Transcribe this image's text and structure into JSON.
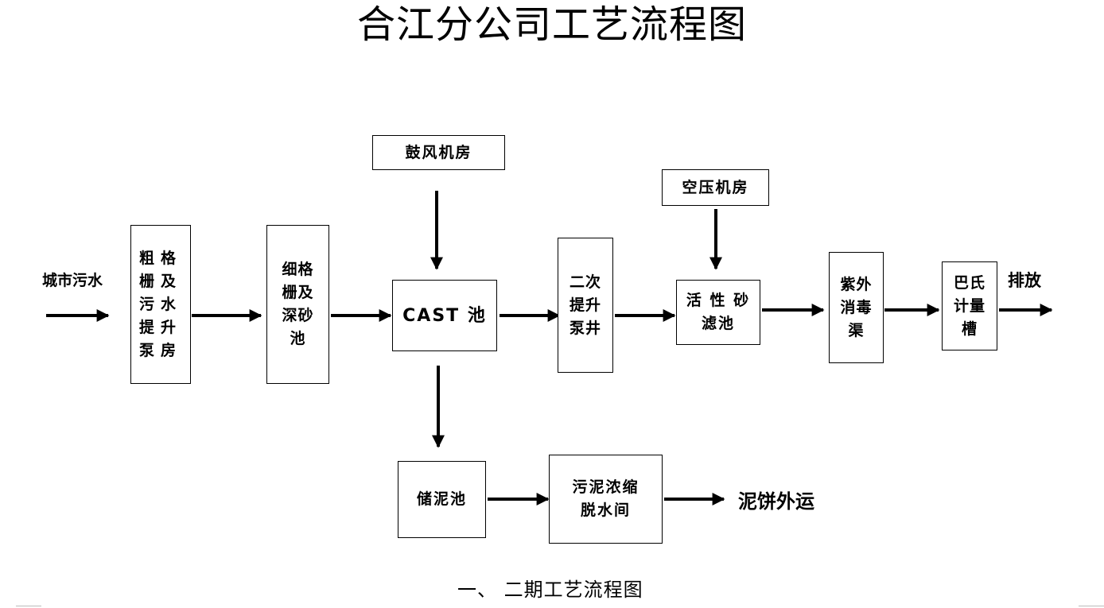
{
  "title": "合江分公司工艺流程图",
  "subtitle": "一、  二期工艺流程图",
  "nodes": {
    "influent": "城市污水",
    "coarse_screen": "粗格\n栅及\n污水\n提升\n泵房",
    "fine_screen": "细格\n栅及\n深砂\n池",
    "blower": "鼓风机房",
    "cast": "CAST 池",
    "secondary_pump": "二次\n提升\n泵井",
    "air_compressor": "空压机房",
    "sand_filter": "活 性 砂\n滤池",
    "uv": "紫外\n消毒\n渠",
    "parshall": "巴氏\n计量\n槽",
    "discharge": "排放",
    "sludge_tank": "储泥池",
    "dewatering": "污泥浓缩\n脱水间",
    "sludge_out": "泥饼外运"
  }
}
